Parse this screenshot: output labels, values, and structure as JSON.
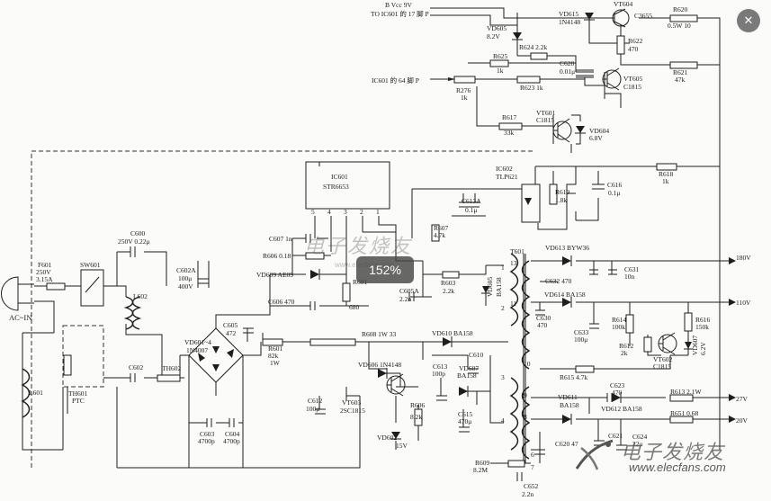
{
  "viewer": {
    "zoom_label": "152%",
    "close_symbol": "✕"
  },
  "watermark": {
    "cn": "电子发烧友",
    "url": "www.elecfans.com",
    "url_faint": "www.elecfans.com"
  },
  "labels": {
    "vcc": "B  Vcc 9V",
    "to_ic601_17": "TO IC601 的 17 脚 P",
    "ic601_64": "IC601 的 64 脚 P",
    "ac_in": "AC~IN",
    "vd605": "VD605",
    "vd605_v": "8.2V",
    "vd615": "VD615",
    "vd615_t": "1N4148",
    "vt604": "VT604",
    "vt604_t": "C3655",
    "r620": "R620",
    "r620_v": "0.5W 10",
    "r622": "R622",
    "r622_v": "470",
    "r624": "R624 2.2k",
    "c628": "C628",
    "c628_v": "0.01μ",
    "r625": "R625",
    "r625_v": "1k",
    "r623": "R623 1k",
    "vt605": "VT605",
    "vt605_t": "C1815",
    "r621": "R621",
    "r621_v": "47k",
    "r276": "R276",
    "r276_v": "1k",
    "r617": "R617",
    "r617_v": "33k",
    "vt601": "VT601",
    "vt601_t": "C1815",
    "vd604": "VD604",
    "vd604_v": "6.8V",
    "r618": "R618",
    "r618_v": "1k",
    "ic601": "IC601",
    "ic601_t": "STR6653",
    "ic602": "IC602",
    "ic602_t": "TLP621",
    "c613a": "C613A",
    "c613a_v": "0.1μ",
    "r619": "R619",
    "r619_v": "1.8k",
    "c616": "C616",
    "c616_v": "0.1μ",
    "pins": [
      "5",
      "4",
      "3",
      "2",
      "1"
    ],
    "c600": "C600",
    "c600_v": "250V 0.22μ",
    "c607": "C607 1n",
    "r606": "R606 0.18",
    "r607": "R607",
    "r607_v": "4.7k",
    "t601": "T601",
    "vd613": "VD613 BYW36",
    "v180": "180V",
    "f601": "F601",
    "f601_v": "250V",
    "f601_a": "3.15A",
    "sw601": "SW601",
    "l602": "L602",
    "c602a": "C602A",
    "c602a_v": "100μ",
    "c602a_vv": "400V",
    "vd609": "VD609 AE09",
    "r601": "R601",
    "c605a": "C605A",
    "c605a_v": "2.2n",
    "r603": "R603",
    "r603_v": "2.2k",
    "vd605b": "VD605",
    "vd605b_t": "BA158",
    "c632": "C632 470",
    "c631": "C631",
    "c631_v": "10n",
    "vd614": "VD614 BA158",
    "v110": "110V",
    "c606": "C606 470",
    "c600b": "680",
    "c630": "C630",
    "c630_v": "470",
    "c633": "C633",
    "c633_v": "100μ",
    "r614": "R614",
    "r614_v": "100k",
    "r616": "R616",
    "r616_v": "150k",
    "vd601": "VD601~4",
    "vd601_t": "1N4007",
    "c605": "C605",
    "c605_v": "472",
    "r608": "R608 1W 33",
    "vd610": "VD610 BA158",
    "vt602": "VT602",
    "vt602_t": "C1815",
    "vd607b": "VD607",
    "vd607b_v": "6.2V",
    "r612": "R612",
    "r612_v": "2k",
    "th601": "TH601",
    "th601_t": "PTC",
    "c602": "C602",
    "th602": "TH602",
    "r601b": "R601",
    "r601b_v": "82k",
    "r601b_w": "1W",
    "c610": "C610",
    "r615": "R615 4.7k",
    "l601": "L601",
    "vd606": "VD606 1N4148",
    "c613": "C613",
    "c613_v": "100p",
    "vd607": "VD607",
    "vd607_t": "BA158",
    "c623": "C623",
    "c623_v": "470",
    "r613": "R613 2.1W",
    "v27": "27V",
    "c612": "C612",
    "c612_v": "100μ",
    "vt603": "VT603",
    "vt603_t": "2SC1815",
    "r606b": "R606",
    "r606b_v": "8.2k",
    "c615": "C615",
    "c615_v": "470μ",
    "vd611": "VD611",
    "vd611_t": "BA158",
    "vd612": "VD612 BA158",
    "r651": "R651 0.68",
    "v20": "20V",
    "c603": "C603",
    "c603_v": "4700p",
    "c604": "C604",
    "c604_v": "4700p",
    "vd602": "VD602",
    "vd602_v": "15V",
    "c620": "C620 47",
    "c621": "C621",
    "c624": "C624",
    "c624_v": "22μ",
    "r609": "R609",
    "r609_v": "8.2M",
    "c652": "C652",
    "c652_v": "2.2n",
    "pin13": "13",
    "pin11": "11",
    "pin10": "10",
    "pin9": "9",
    "pin8": "8",
    "pin1": "1",
    "pin2": "2",
    "pin3": "3",
    "pin4": "4",
    "pin6": "6",
    "pin7": "7"
  }
}
